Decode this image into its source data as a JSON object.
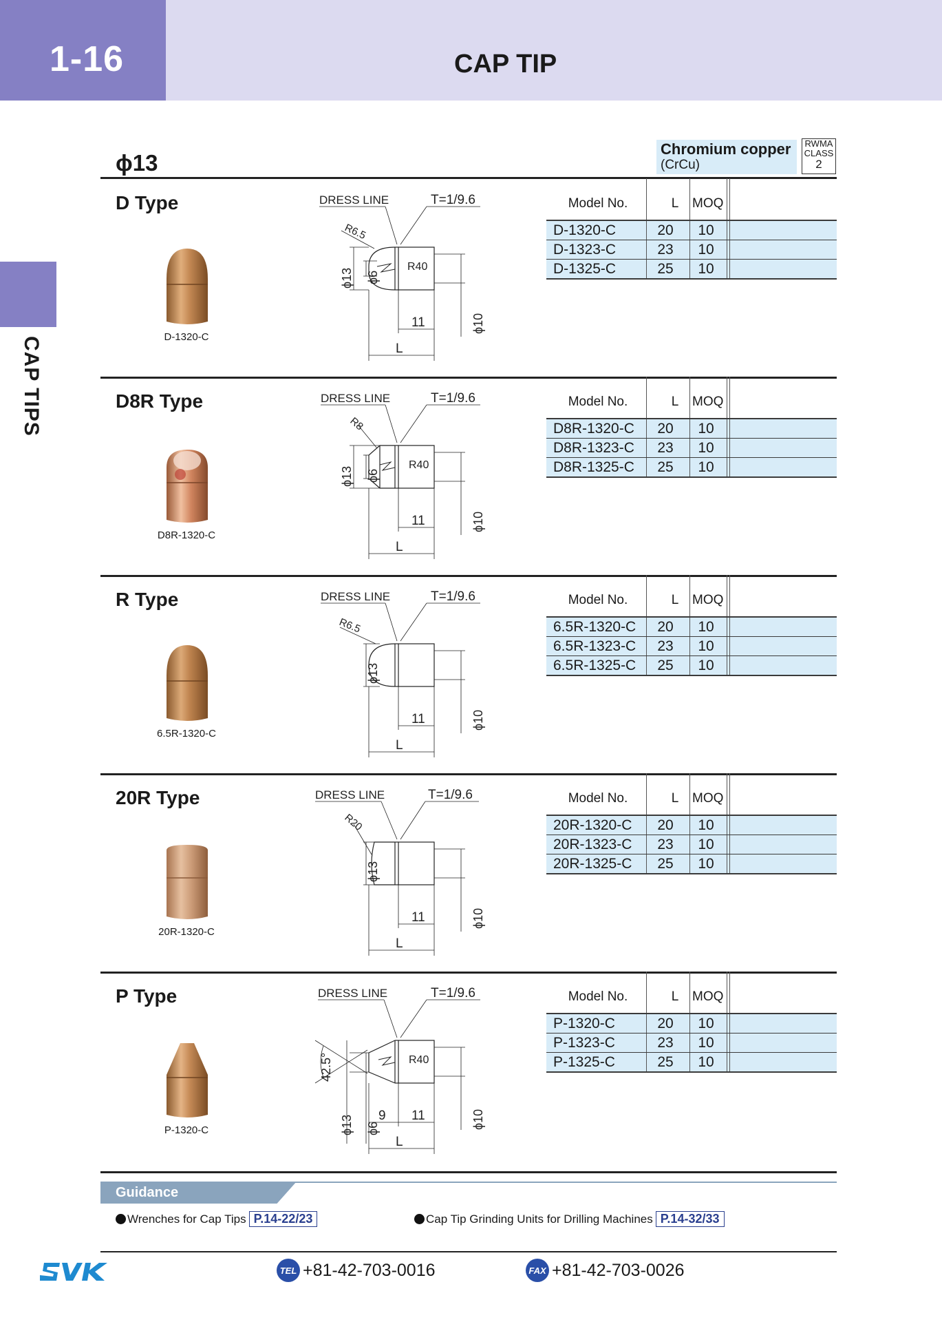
{
  "header": {
    "page_number": "1-16",
    "title": "CAP TIP"
  },
  "side_tab": {
    "label": "CAP TIPS"
  },
  "diameter": "ϕ13",
  "material": {
    "name": "Chromium copper",
    "abbr": "(CrCu)",
    "rwma_line1": "RWMA",
    "rwma_line2": "CLASS",
    "rwma_class": "2"
  },
  "table_headers": {
    "model": "Model No.",
    "l": "L",
    "moq": "MOQ"
  },
  "sections": [
    {
      "title": "D Type",
      "photo_label": "D-1320-C",
      "drawing": {
        "dress": "DRESS LINE",
        "taper": "T=1/9.6",
        "radius": "R6.5",
        "radius2": "R40",
        "d13": "ϕ13",
        "d6": "ϕ6",
        "d10": "ϕ10",
        "len11": "11",
        "lenL": "L"
      },
      "rows": [
        {
          "model": "D-1320-C",
          "l": "20",
          "moq": "10"
        },
        {
          "model": "D-1323-C",
          "l": "23",
          "moq": "10"
        },
        {
          "model": "D-1325-C",
          "l": "25",
          "moq": "10"
        }
      ]
    },
    {
      "title": "D8R Type",
      "photo_label": "D8R-1320-C",
      "drawing": {
        "dress": "DRESS LINE",
        "taper": "T=1/9.6",
        "radius": "R8",
        "radius2": "R40",
        "d13": "ϕ13",
        "d6": "ϕ6",
        "d10": "ϕ10",
        "len11": "11",
        "lenL": "L"
      },
      "rows": [
        {
          "model": "D8R-1320-C",
          "l": "20",
          "moq": "10"
        },
        {
          "model": "D8R-1323-C",
          "l": "23",
          "moq": "10"
        },
        {
          "model": "D8R-1325-C",
          "l": "25",
          "moq": "10"
        }
      ]
    },
    {
      "title": "R Type",
      "photo_label": "6.5R-1320-C",
      "drawing": {
        "dress": "DRESS LINE",
        "taper": "T=1/9.6",
        "radius": "R6.5",
        "d13": "ϕ13",
        "d10": "ϕ10",
        "len11": "11",
        "lenL": "L"
      },
      "rows": [
        {
          "model": "6.5R-1320-C",
          "l": "20",
          "moq": "10"
        },
        {
          "model": "6.5R-1323-C",
          "l": "23",
          "moq": "10"
        },
        {
          "model": "6.5R-1325-C",
          "l": "25",
          "moq": "10"
        }
      ]
    },
    {
      "title": "20R Type",
      "photo_label": "20R-1320-C",
      "drawing": {
        "dress": "DRESS LINE",
        "taper": "T=1/9.6",
        "radius": "R20",
        "d13": "ϕ13",
        "d10": "ϕ10",
        "len11": "11",
        "lenL": "L"
      },
      "rows": [
        {
          "model": "20R-1320-C",
          "l": "20",
          "moq": "10"
        },
        {
          "model": "20R-1323-C",
          "l": "23",
          "moq": "10"
        },
        {
          "model": "20R-1325-C",
          "l": "25",
          "moq": "10"
        }
      ]
    },
    {
      "title": "P Type",
      "photo_label": "P-1320-C",
      "drawing": {
        "dress": "DRESS LINE",
        "taper": "T=1/9.6",
        "angle": "42.5°",
        "radius2": "R40",
        "d13": "ϕ13",
        "d6": "ϕ6",
        "d10": "ϕ10",
        "len9": "9",
        "len11": "11",
        "lenL": "L"
      },
      "rows": [
        {
          "model": "P-1320-C",
          "l": "20",
          "moq": "10"
        },
        {
          "model": "P-1323-C",
          "l": "23",
          "moq": "10"
        },
        {
          "model": "P-1325-C",
          "l": "25",
          "moq": "10"
        }
      ]
    }
  ],
  "guidance": {
    "label": "Guidance",
    "items": [
      {
        "text": "Wrenches for Cap Tips",
        "ref": "P.14-22/23"
      },
      {
        "text": "Cap Tip Grinding Units for Drilling Machines",
        "ref": "P.14-32/33"
      }
    ]
  },
  "footer": {
    "tel_icon": "TEL",
    "tel": "+81-42-703-0016",
    "fax_icon": "FAX",
    "fax": "+81-42-703-0026"
  },
  "colors": {
    "header_bg": "#dcdaf0",
    "accent": "#8580c4",
    "table_fill": "#d8ecf8",
    "guidance": "#8aa4bd",
    "link": "#2a3f8f",
    "brand": "#1e8ad0"
  }
}
